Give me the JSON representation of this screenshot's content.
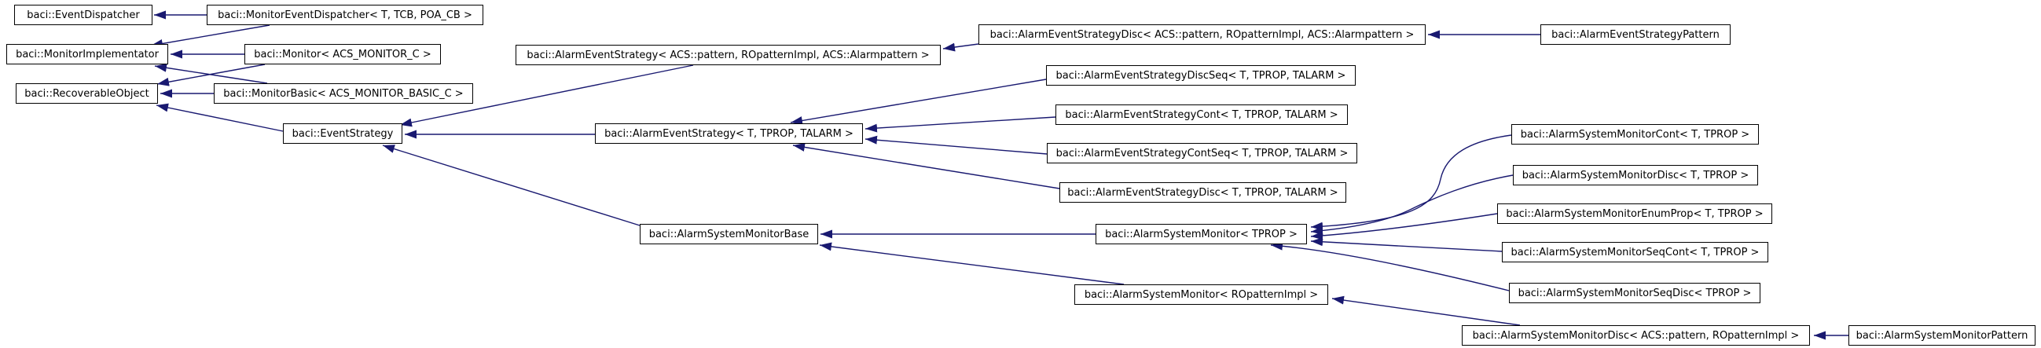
{
  "diagram": {
    "type": "class-inheritance-graph",
    "background_color": "#ffffff",
    "edge_color": "#191970",
    "node_fill_color": "#ffffff",
    "node_border_color": "#000000",
    "node_text_color": "#000000",
    "nodes": [
      {
        "id": "event-dispatcher",
        "label": "baci::EventDispatcher"
      },
      {
        "id": "monitor-event-dispatcher",
        "label": "baci::MonitorEventDispatcher< T, TCB, POA_CB >"
      },
      {
        "id": "monitor-implementator",
        "label": "baci::MonitorImplementator"
      },
      {
        "id": "monitor",
        "label": "baci::Monitor< ACS_MONITOR_C >"
      },
      {
        "id": "recoverable-object",
        "label": "baci::RecoverableObject"
      },
      {
        "id": "monitor-basic",
        "label": "baci::MonitorBasic< ACS_MONITOR_BASIC_C >"
      },
      {
        "id": "event-strategy",
        "label": "baci::EventStrategy"
      },
      {
        "id": "alarm-event-strategy-acs-pattern",
        "label": "baci::AlarmEventStrategy< ACS::pattern, ROpatternImpl, ACS::Alarmpattern >"
      },
      {
        "id": "alarm-event-strategy-disc-acs-pattern",
        "label": "baci::AlarmEventStrategyDisc< ACS::pattern, ROpatternImpl, ACS::Alarmpattern >"
      },
      {
        "id": "alarm-event-strategy-pattern",
        "label": "baci::AlarmEventStrategyPattern"
      },
      {
        "id": "alarm-event-strategy-t",
        "label": "baci::AlarmEventStrategy< T, TPROP, TALARM >"
      },
      {
        "id": "alarm-event-strategy-disc-seq",
        "label": "baci::AlarmEventStrategyDiscSeq< T, TPROP, TALARM >"
      },
      {
        "id": "alarm-event-strategy-cont",
        "label": "baci::AlarmEventStrategyCont< T, TPROP, TALARM >"
      },
      {
        "id": "alarm-event-strategy-cont-seq",
        "label": "baci::AlarmEventStrategyContSeq< T, TPROP, TALARM >"
      },
      {
        "id": "alarm-event-strategy-disc-t",
        "label": "baci::AlarmEventStrategyDisc< T, TPROP, TALARM >"
      },
      {
        "id": "alarm-system-monitor-base",
        "label": "baci::AlarmSystemMonitorBase"
      },
      {
        "id": "alarm-system-monitor-tprop",
        "label": "baci::AlarmSystemMonitor< TPROP >"
      },
      {
        "id": "alarm-system-monitor-cont",
        "label": "baci::AlarmSystemMonitorCont< T, TPROP >"
      },
      {
        "id": "alarm-system-monitor-disc-t",
        "label": "baci::AlarmSystemMonitorDisc< T, TPROP >"
      },
      {
        "id": "alarm-system-monitor-enumprop",
        "label": "baci::AlarmSystemMonitorEnumProp< T, TPROP >"
      },
      {
        "id": "alarm-system-monitor-seqcont",
        "label": "baci::AlarmSystemMonitorSeqCont< T, TPROP >"
      },
      {
        "id": "alarm-system-monitor-seqdisc",
        "label": "baci::AlarmSystemMonitorSeqDisc< TPROP >"
      },
      {
        "id": "alarm-system-monitor-ropatternimpl",
        "label": "baci::AlarmSystemMonitor< ROpatternImpl >"
      },
      {
        "id": "alarm-system-monitor-disc-acs-pattern",
        "label": "baci::AlarmSystemMonitorDisc< ACS::pattern, ROpatternImpl >"
      },
      {
        "id": "alarm-system-monitor-pattern",
        "label": "baci::AlarmSystemMonitorPattern"
      }
    ],
    "edges": [
      {
        "from": "monitor-event-dispatcher",
        "to": "event-dispatcher"
      },
      {
        "from": "monitor-event-dispatcher",
        "to": "monitor-implementator"
      },
      {
        "from": "monitor",
        "to": "monitor-implementator"
      },
      {
        "from": "monitor",
        "to": "recoverable-object"
      },
      {
        "from": "monitor-basic",
        "to": "monitor-implementator"
      },
      {
        "from": "monitor-basic",
        "to": "recoverable-object"
      },
      {
        "from": "event-strategy",
        "to": "recoverable-object"
      },
      {
        "from": "alarm-event-strategy-acs-pattern",
        "to": "event-strategy"
      },
      {
        "from": "alarm-event-strategy-t",
        "to": "event-strategy"
      },
      {
        "from": "alarm-system-monitor-base",
        "to": "event-strategy"
      },
      {
        "from": "alarm-event-strategy-disc-acs-pattern",
        "to": "alarm-event-strategy-acs-pattern"
      },
      {
        "from": "alarm-event-strategy-pattern",
        "to": "alarm-event-strategy-disc-acs-pattern"
      },
      {
        "from": "alarm-event-strategy-disc-seq",
        "to": "alarm-event-strategy-t"
      },
      {
        "from": "alarm-event-strategy-cont",
        "to": "alarm-event-strategy-t"
      },
      {
        "from": "alarm-event-strategy-cont-seq",
        "to": "alarm-event-strategy-t"
      },
      {
        "from": "alarm-event-strategy-disc-t",
        "to": "alarm-event-strategy-t"
      },
      {
        "from": "alarm-system-monitor-tprop",
        "to": "alarm-system-monitor-base"
      },
      {
        "from": "alarm-system-monitor-ropatternimpl",
        "to": "alarm-system-monitor-base"
      },
      {
        "from": "alarm-system-monitor-cont",
        "to": "alarm-system-monitor-tprop"
      },
      {
        "from": "alarm-system-monitor-disc-t",
        "to": "alarm-system-monitor-tprop"
      },
      {
        "from": "alarm-system-monitor-enumprop",
        "to": "alarm-system-monitor-tprop"
      },
      {
        "from": "alarm-system-monitor-seqcont",
        "to": "alarm-system-monitor-tprop"
      },
      {
        "from": "alarm-system-monitor-seqdisc",
        "to": "alarm-system-monitor-tprop"
      },
      {
        "from": "alarm-system-monitor-disc-acs-pattern",
        "to": "alarm-system-monitor-ropatternimpl"
      },
      {
        "from": "alarm-system-monitor-pattern",
        "to": "alarm-system-monitor-disc-acs-pattern"
      }
    ]
  }
}
